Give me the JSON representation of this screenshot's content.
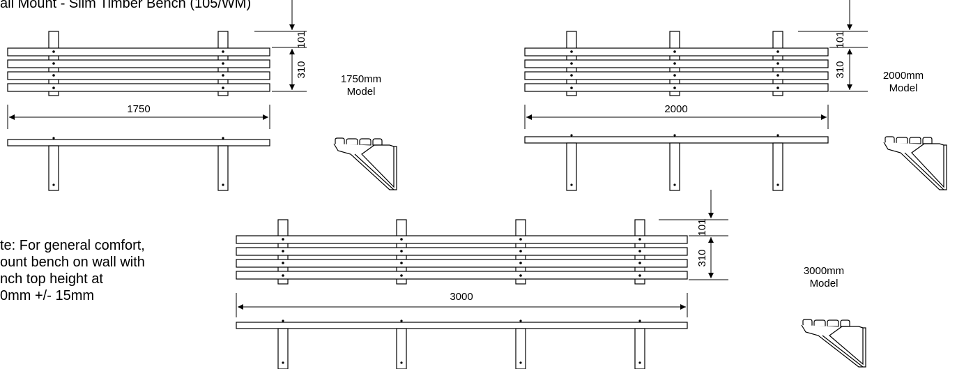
{
  "title": "all Mount - Slim Timber Bench (105/WM)",
  "note": [
    "te: For general comfort,",
    "ount bench on wall with",
    "nch top height at",
    "0mm +/- 15mm"
  ],
  "models": [
    {
      "name": "1750mm",
      "suffix": "Model",
      "length": "1750",
      "dim_top": "101",
      "dim_seat": "310"
    },
    {
      "name": "2000mm",
      "suffix": "Model",
      "length": "2000",
      "dim_top": "101",
      "dim_seat": "310"
    },
    {
      "name": "3000mm",
      "suffix": "Model",
      "length": "3000",
      "dim_top": "101",
      "dim_seat": "310"
    }
  ]
}
